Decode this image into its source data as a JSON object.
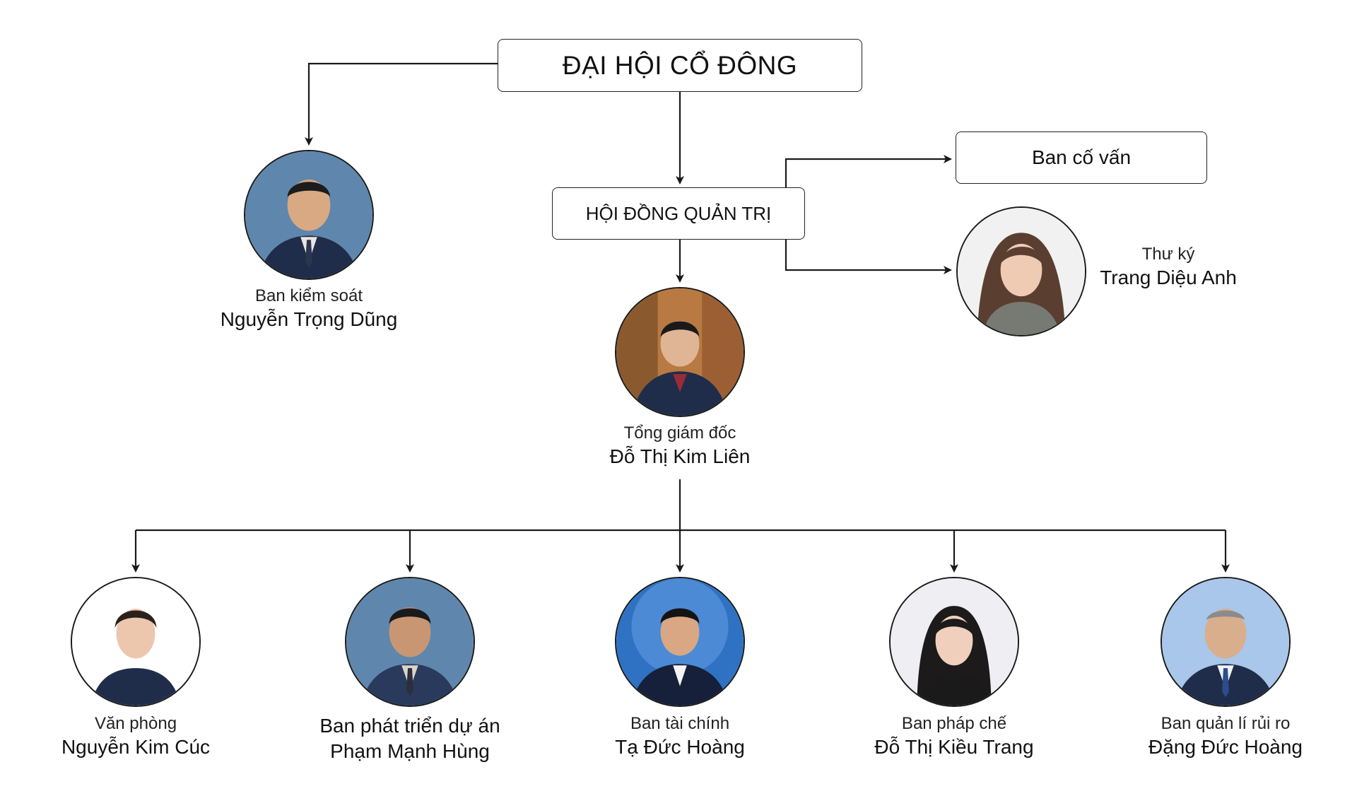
{
  "top_box": {
    "label": "ĐẠI HỘI CỔ ĐÔNG"
  },
  "board_box": {
    "label": "HỘI ĐỒNG QUẢN TRỊ"
  },
  "advisory_box": {
    "label": "Ban cố vấn"
  },
  "people": {
    "supervisory": {
      "role": "Ban kiểm soát",
      "name": "Nguyễn Trọng Dũng"
    },
    "secretary": {
      "role": "Thư ký",
      "name": "Trang Diệu Anh"
    },
    "ceo": {
      "role": "Tổng giám đốc",
      "name": "Đỗ Thị Kim Liên"
    },
    "departments": [
      {
        "role": "Văn phòng",
        "name": "Nguyễn Kim Cúc"
      },
      {
        "role": "Ban phát triển dự án",
        "name": "Phạm Mạnh Hùng"
      },
      {
        "role": "Ban tài chính",
        "name": "Tạ Đức Hoàng"
      },
      {
        "role": "Ban pháp chế",
        "name": "Đỗ Thị Kiều Trang"
      },
      {
        "role": "Ban quản lí rủi ro",
        "name": "Đặng Đức Hoàng"
      }
    ]
  },
  "colors": {
    "line": "#1a1a1a",
    "photo_bg_blue": "#5f86ad",
    "photo_bg_light": "#ffffff",
    "suit_navy": "#1f2d4a"
  }
}
